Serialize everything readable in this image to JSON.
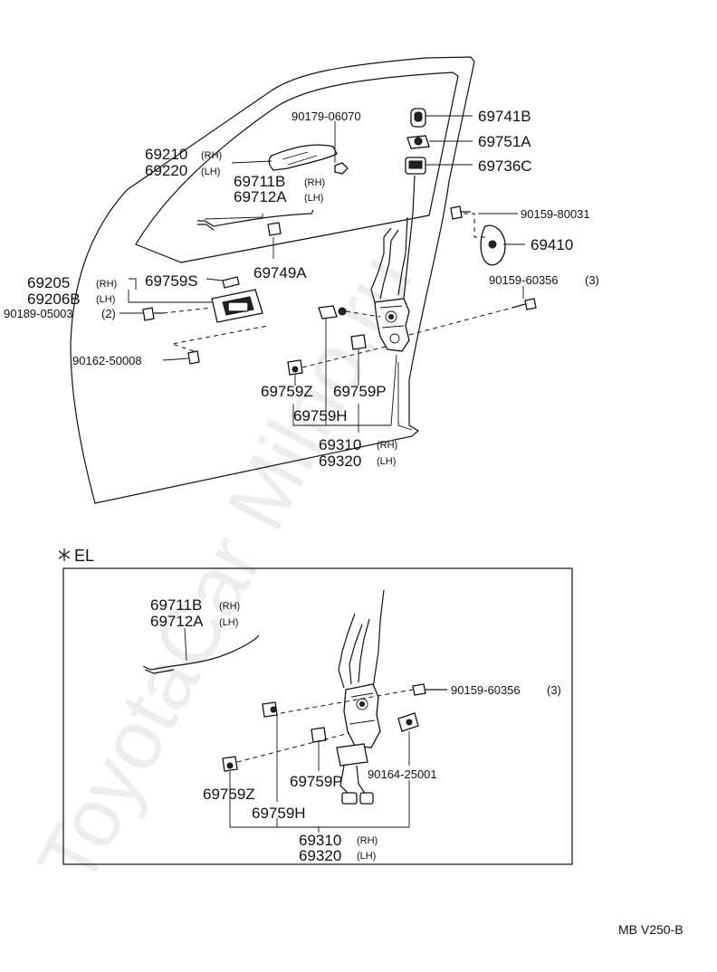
{
  "watermark": "ToyotaCar Milno.ru",
  "section_label": "EL",
  "drawing_code": "MB V250-B",
  "main_labels": {
    "p90179": "90179-06070",
    "p69741B": "69741B",
    "p69751A": "69751A",
    "p69736C": "69736C",
    "p69210": "69210",
    "p69220": "69220",
    "rh": "(RH)",
    "lh": "(LH)",
    "p69711B": "69711B",
    "p69712A": "69712A",
    "p90159_80031": "90159-80031",
    "p69410": "69410",
    "p69205": "69205",
    "p69206B": "69206B",
    "p69759S": "69759S",
    "p69749A": "69749A",
    "p90159_60356": "90159-60356",
    "qty3": "(3)",
    "p90189": "90189-05003",
    "qty2": "(2)",
    "p90162": "90162-50008",
    "p69759Z": "69759Z",
    "p69759P": "69759P",
    "p69759H": "69759H",
    "p69310": "69310",
    "p69320": "69320"
  },
  "el_labels": {
    "p69711B": "69711B",
    "p69712A": "69712A",
    "p90159_60356": "90159-60356",
    "qty3": "(3)",
    "p90164": "90164-25001",
    "p69759P": "69759P",
    "p69759Z": "69759Z",
    "p69759H": "69759H",
    "p69310": "69310",
    "p69320": "69320",
    "rh": "(RH)",
    "lh": "(LH)"
  }
}
